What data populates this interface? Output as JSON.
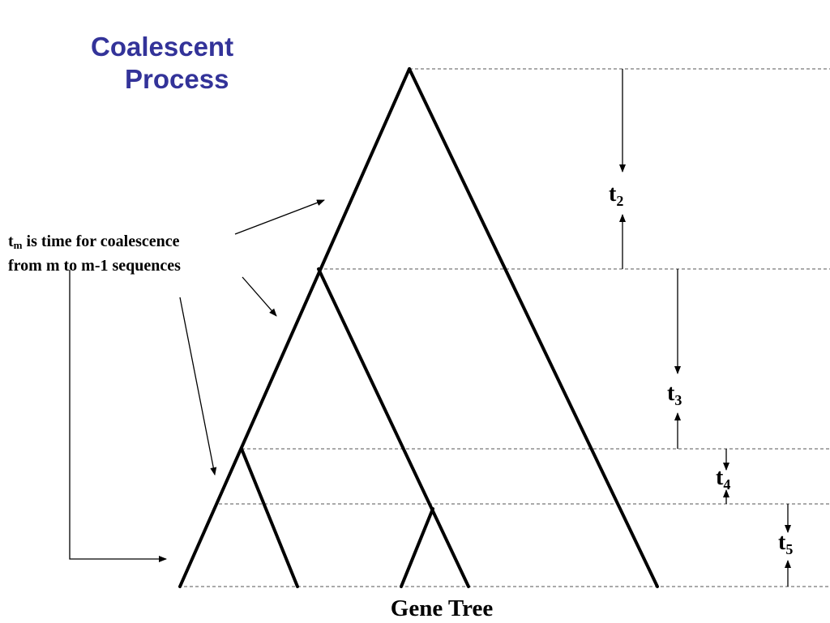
{
  "title": {
    "line1": "Coalescent",
    "line2": "Process"
  },
  "annotation": {
    "t": "t",
    "m_sub": "m",
    "line1_rest": " is time for coalescence",
    "line2": "from m to m-1 sequences"
  },
  "time_labels": {
    "t2": {
      "base": "t",
      "sub": "2"
    },
    "t3": {
      "base": "t",
      "sub": "3"
    },
    "t4": {
      "base": "t",
      "sub": "4"
    },
    "t5": {
      "base": "t",
      "sub": "5"
    }
  },
  "caption": "Gene Tree",
  "colors": {
    "title": "#333399",
    "lines": "#000000",
    "dashed": "#555555"
  }
}
